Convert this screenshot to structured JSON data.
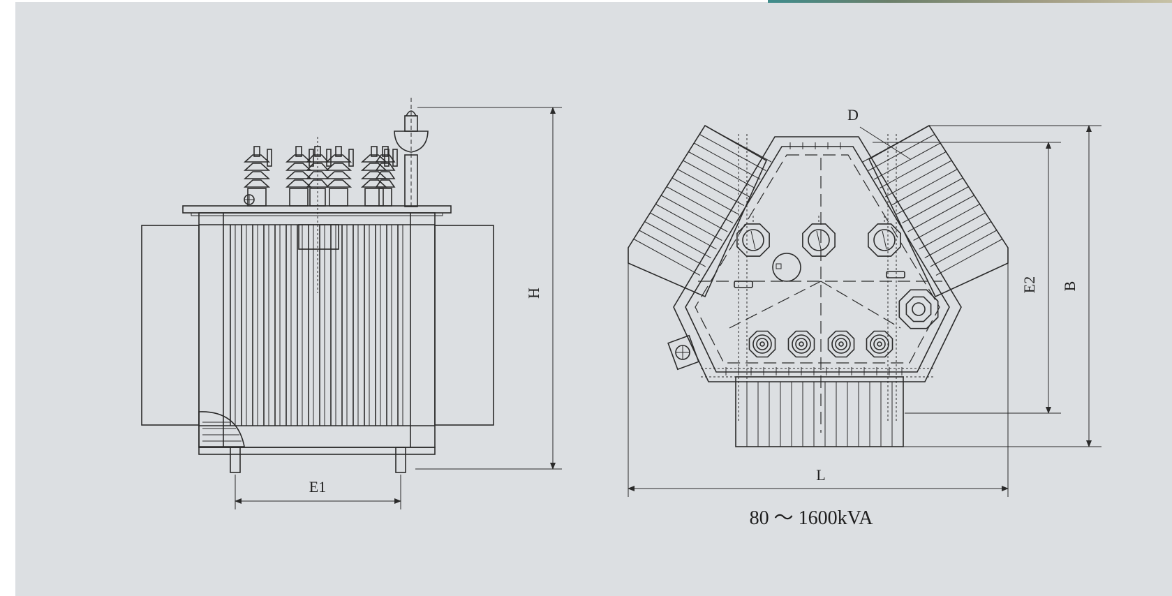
{
  "labels": {
    "H": "H",
    "E1": "E1",
    "D": "D",
    "E2": "E2",
    "B": "B",
    "L": "L"
  },
  "caption": "80 ～ 1600kVA",
  "colors": {
    "background": "#dcdfe2",
    "line": "#2a2a2a"
  }
}
